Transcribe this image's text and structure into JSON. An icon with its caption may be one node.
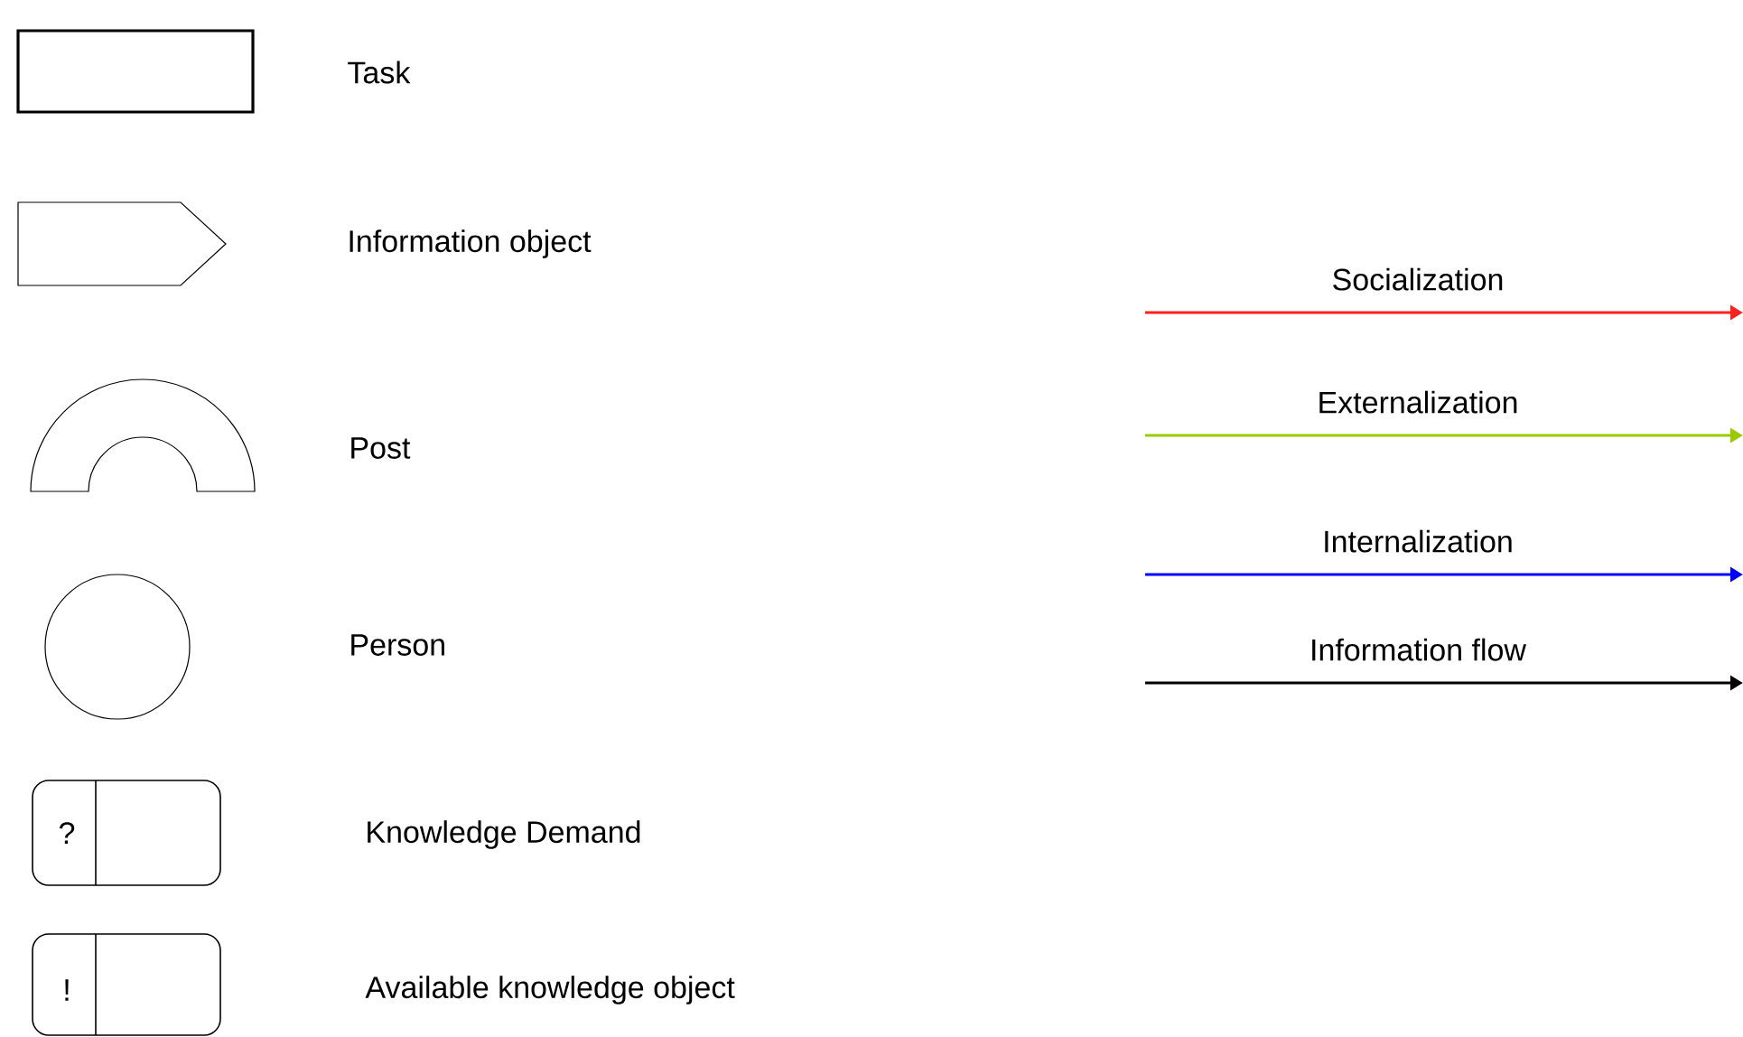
{
  "diagram": {
    "legend": [
      {
        "text": "Task"
      },
      {
        "text": "Information object"
      },
      {
        "text": "Post"
      },
      {
        "text": "Person"
      },
      {
        "text": "Knowledge Demand"
      },
      {
        "text": "Available knowledge object"
      },
      {
        "text": "Socialization"
      },
      {
        "text": "Externalization"
      },
      {
        "text": "Internalization"
      },
      {
        "text": "Information flow"
      }
    ],
    "labels": [
      "?",
      "!"
    ]
  }
}
